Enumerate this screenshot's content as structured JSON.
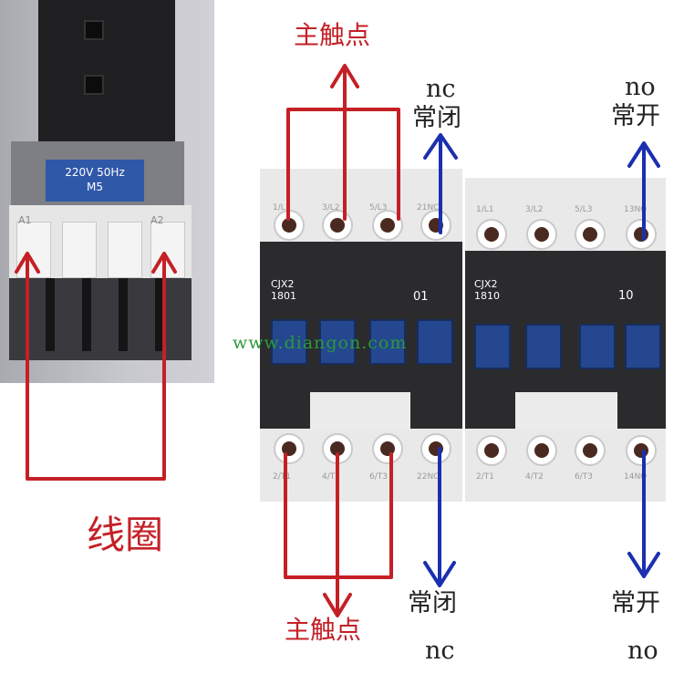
{
  "coil": {
    "rating_line1": "220V 50Hz",
    "rating_line2": "M5",
    "terminal_a1": "A1",
    "terminal_a2": "A2"
  },
  "contactor_1": {
    "model_line1": "CJX2",
    "model_line2": "1801",
    "aux_code": "01",
    "top_terminals": [
      "1/L1",
      "3/L2",
      "5/L3",
      "21NC"
    ],
    "bottom_terminals": [
      "2/T1",
      "4/T2",
      "6/T3",
      "22NC"
    ]
  },
  "contactor_2": {
    "model_line1": "CJX2",
    "model_line2": "1810",
    "aux_code": "10",
    "top_terminals": [
      "1/L1",
      "3/L2",
      "5/L3",
      "13NO"
    ],
    "bottom_terminals": [
      "2/T1",
      "4/T2",
      "6/T3",
      "14NO"
    ]
  },
  "watermark": "www.diangon.com",
  "labels": {
    "main_contacts_top": "主触点",
    "main_contacts_bottom": "主触点",
    "coil": "线圈",
    "nc_top_en": "nc",
    "nc_top_zh": "常闭",
    "nc_bottom_zh": "常闭",
    "nc_bottom_en": "nc",
    "no_top_en": "no",
    "no_top_zh": "常开",
    "no_bottom_zh": "常开",
    "no_bottom_en": "no"
  },
  "colors": {
    "annotation_red": "#c42026",
    "annotation_blue": "#1b2fb0",
    "key_blue": "#24478f",
    "watermark_green": "#2d9a3a"
  }
}
